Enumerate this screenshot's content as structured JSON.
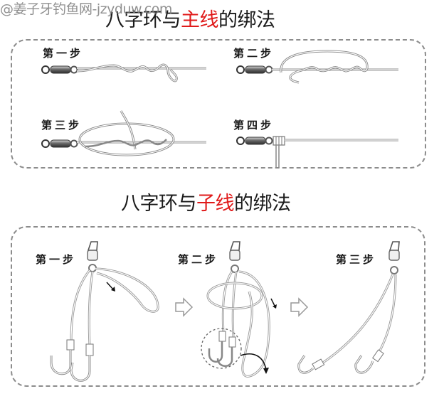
{
  "watermark": "@姜子牙钓鱼网-jzyduw.com",
  "section_main": {
    "title_prefix": "八字环与",
    "title_highlight": "主线",
    "title_suffix": "的绑法",
    "highlight_color": "#e01a1a",
    "steps": [
      {
        "label": "第一步"
      },
      {
        "label": "第二步"
      },
      {
        "label": "第三步"
      },
      {
        "label": "第四步"
      }
    ]
  },
  "section_leader": {
    "title_prefix": "八字环与",
    "title_highlight": "子线",
    "title_suffix": "的绑法",
    "highlight_color": "#e01a1a",
    "steps": [
      {
        "label": "第一步"
      },
      {
        "label": "第二步"
      },
      {
        "label": "第三步"
      }
    ]
  }
}
